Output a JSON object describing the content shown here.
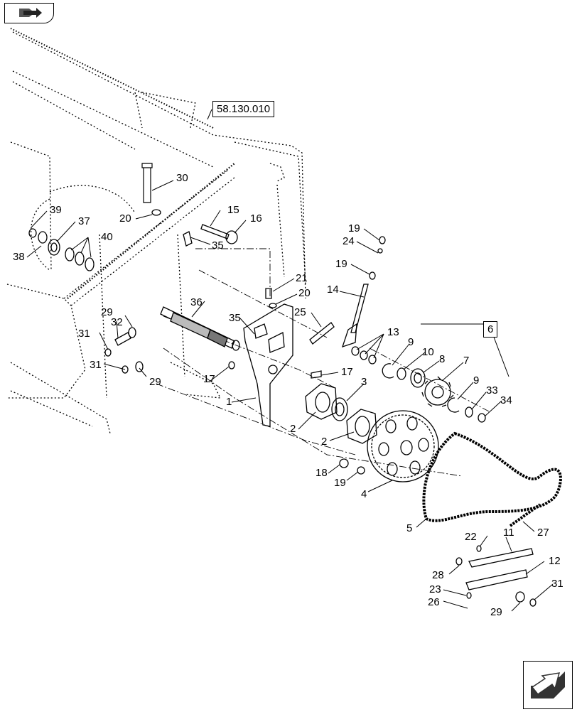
{
  "diagram": {
    "reference_box": "58.130.010",
    "group_box": "6",
    "callouts": {
      "c30": "30",
      "c20a": "20",
      "c39": "39",
      "c37": "37",
      "c40": "40",
      "c38": "38",
      "c15": "15",
      "c16": "16",
      "c35a": "35",
      "c19a": "19",
      "c24": "24",
      "c19b": "19",
      "c14": "14",
      "c21": "21",
      "c20b": "20",
      "c36": "36",
      "c25": "25",
      "c35b": "35",
      "c29a": "29",
      "c32": "32",
      "c31a": "31",
      "c31b": "31",
      "c29b": "29",
      "c13": "13",
      "c9a": "9",
      "c10": "10",
      "c8": "8",
      "c7": "7",
      "c9b": "9",
      "c33": "33",
      "c34": "34",
      "c17a": "17",
      "c17b": "17",
      "c1": "1",
      "c3": "3",
      "c2a": "2",
      "c2b": "2",
      "c18": "18",
      "c19c": "19",
      "c4": "4",
      "c5": "5",
      "c27": "27",
      "c22": "22",
      "c11": "11",
      "c12": "12",
      "c28": "28",
      "c23": "23",
      "c26": "26",
      "c29c": "29",
      "c31c": "31"
    }
  },
  "icons": {
    "top_left": "book-arrow-icon",
    "bottom_right": "next-page-arrow-icon"
  }
}
